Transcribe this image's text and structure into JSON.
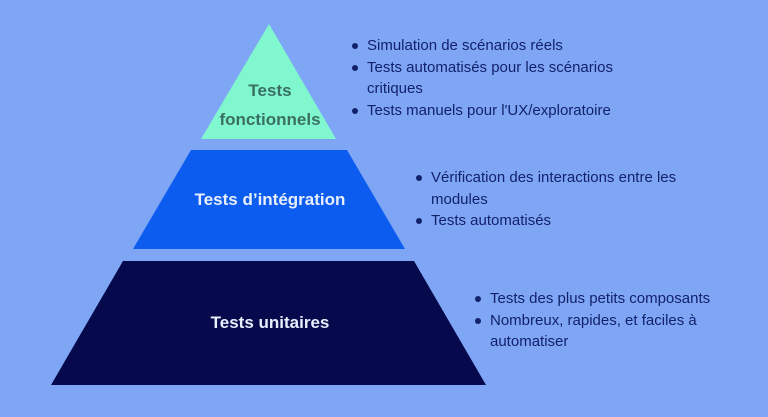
{
  "background_color": "#7fa6f5",
  "pyramid": {
    "top": {
      "label_line1": "Tests",
      "label_line2": "fonctionnels",
      "fill": "#80f7cf",
      "text_color": "#3a6f62",
      "bullets": [
        "Simulation de scénarios réels",
        "Tests automatisés pour les scénarios critiques",
        "Tests manuels pour l'UX/exploratoire"
      ]
    },
    "middle": {
      "label": "Tests d’intégration",
      "fill": "#0d5cf0",
      "text_color": "#e8eefc",
      "bullets": [
        "Vérification des interactions entre les modules",
        "Tests automatisés"
      ]
    },
    "bottom": {
      "label": "Tests unitaires",
      "fill": "#060a4d",
      "text_color": "#e8eefc",
      "bullets": [
        "Tests des plus petits composants",
        "Nombreux, rapides, et faciles à automatiser"
      ]
    }
  }
}
